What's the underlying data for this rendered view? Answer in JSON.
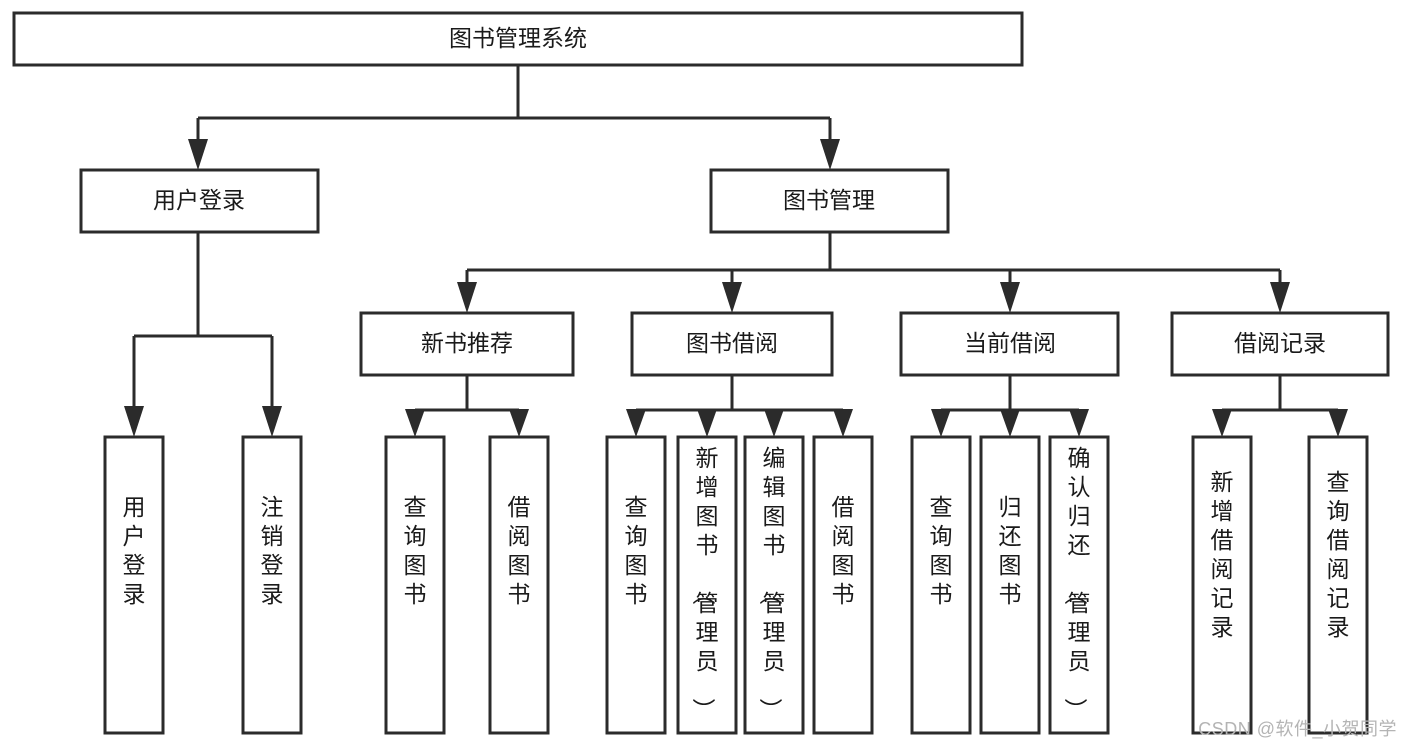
{
  "diagram": {
    "title": "图书管理系统",
    "type": "tree",
    "orientation": "top-down",
    "colors": {
      "stroke": "#2b2b2b",
      "fill": "#ffffff",
      "text": "#1a1a1a",
      "background": "#ffffff",
      "watermark": "#b4b4b4"
    },
    "root": {
      "id": "root",
      "label": "图书管理系统"
    },
    "level1": [
      {
        "id": "user-login",
        "label": "用户登录"
      },
      {
        "id": "book-management",
        "label": "图书管理"
      }
    ],
    "level2": [
      {
        "id": "new-book-recommend",
        "label": "新书推荐",
        "parent": "book-management"
      },
      {
        "id": "book-borrow",
        "label": "图书借阅",
        "parent": "book-management"
      },
      {
        "id": "current-borrow",
        "label": "当前借阅",
        "parent": "book-management"
      },
      {
        "id": "borrow-record",
        "label": "借阅记录",
        "parent": "book-management"
      }
    ],
    "leaves": [
      {
        "id": "leaf-user-login",
        "label": "用户登录",
        "parent": "user-login"
      },
      {
        "id": "leaf-user-logout",
        "label": "注销登录",
        "parent": "user-login"
      },
      {
        "id": "leaf-query-book-1",
        "label": "查询图书",
        "parent": "new-book-recommend"
      },
      {
        "id": "leaf-borrow-book-1",
        "label": "借阅图书",
        "parent": "new-book-recommend"
      },
      {
        "id": "leaf-query-book-2",
        "label": "查询图书",
        "parent": "book-borrow"
      },
      {
        "id": "leaf-add-book",
        "label": "新增图书（管理员）",
        "parent": "book-borrow"
      },
      {
        "id": "leaf-edit-book",
        "label": "编辑图书（管理员）",
        "parent": "book-borrow"
      },
      {
        "id": "leaf-borrow-book-2",
        "label": "借阅图书",
        "parent": "book-borrow"
      },
      {
        "id": "leaf-query-book-3",
        "label": "查询图书",
        "parent": "current-borrow"
      },
      {
        "id": "leaf-return-book",
        "label": "归还图书",
        "parent": "current-borrow"
      },
      {
        "id": "leaf-confirm-return",
        "label": "确认归还（管理员）",
        "parent": "current-borrow"
      },
      {
        "id": "leaf-add-record",
        "label": "新增借阅记录",
        "parent": "borrow-record"
      },
      {
        "id": "leaf-query-record",
        "label": "查询借阅记录",
        "parent": "borrow-record"
      }
    ]
  },
  "watermark": {
    "text": "CSDN @软件_小贺同学"
  }
}
